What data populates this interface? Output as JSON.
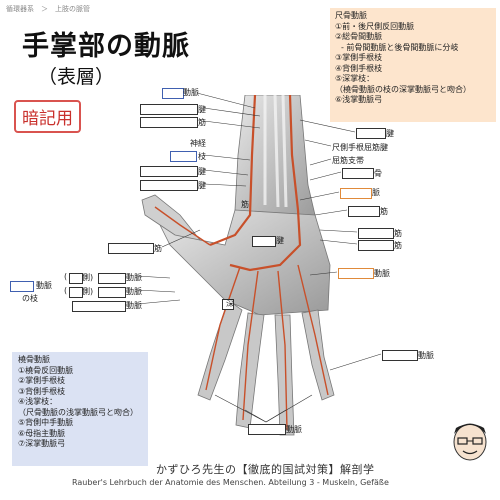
{
  "breadcrumb": "循環器系　＞　上肢の脈管",
  "title": "手掌部の動脈",
  "subtitle": "（表層）",
  "memo_badge": "暗記用",
  "ulnar_box": {
    "heading": "尺骨動脈",
    "lines": [
      "①前・後尺側反回動脈",
      "②総骨間動脈",
      "‐ 前骨間動脈と後骨間動脈に分岐",
      "③掌側手根枝",
      "④背側手根枝",
      "⑤深掌枝：",
      "（橈骨動脈の枝の深掌動脈弓と吻合）",
      "⑥浅掌動脈弓"
    ]
  },
  "radial_box": {
    "heading": "橈骨動脈",
    "lines": [
      "①橈骨反回動脈",
      "②掌側手根枝",
      "③背側手根枝",
      "④浅掌枝：",
      "（尺骨動脈の浅掌動脈弓と吻合）",
      "⑤背側中手動脈",
      "⑥母指主動脈",
      "⑦深掌動脈弓"
    ]
  },
  "left_labels": {
    "artery_top": "動脈",
    "tendon1": "腱",
    "muscle1": "筋",
    "nerve": "神経",
    "branch": "枝",
    "tendon2": "腱",
    "tendon3": "腱",
    "muscle_mid": "筋",
    "muscle_thenar": "筋",
    "artery_branch_group": "動脈",
    "of_branch": "の枝",
    "proper1_prefix": "(",
    "proper1_mid": "側)",
    "proper1_artery": "動脈",
    "proper2_mid": "側)",
    "proper2_artery": "動脈",
    "artery_left_low": "動脈"
  },
  "right_labels": {
    "tendon_r1": "腱",
    "fcu_tendon": "尺側手根屈筋腱",
    "flexor_ret": "屈筋支帯",
    "bone": "骨",
    "vein": "脈",
    "muscle_r1": "筋",
    "muscle_r2": "筋",
    "muscle_r3": "筋",
    "artery_r1": "動脈",
    "artery_r2": "動脈"
  },
  "center_labels": {
    "tendon_center": "腱",
    "deep": "深"
  },
  "bottom_label": "動脈",
  "footer_jp": "かずひろ先生の【徹底的国試対策】解剖学",
  "footer_source": "Rauber's Lehrbuch der Anatomie des Menschen. Abteilung 3 - Muskeln, Gefäße",
  "colors": {
    "artery": "#c8502a",
    "peach_box": "#fde5cd",
    "blue_box": "#dbe2f3",
    "memo_red": "#c9302c"
  }
}
